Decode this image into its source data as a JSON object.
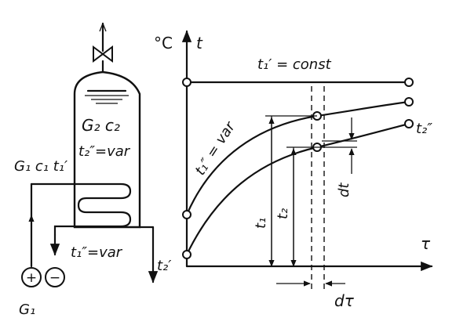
{
  "apparatus": {
    "secondary_fluid": "G₂ c₂",
    "secondary_temp": "t₂″=var",
    "primary_inlet": "G₁ c₁ t₁′",
    "primary_outlet": "t₁″=var",
    "flow_label": "G₁",
    "terminal_plus": "+",
    "terminal_minus": "−"
  },
  "graph": {
    "y_unit": "°C",
    "y_axis": "t",
    "x_axis": "τ",
    "constant_line": "t₁′ = const",
    "primary_curve": "t₁″ = var",
    "secondary_curve_end": "t₂″",
    "secondary_curve_start": "t₂′",
    "dim_t1": "t₁",
    "dim_t2": "t₂",
    "dim_dt": "dt",
    "dim_dtau": "dτ"
  }
}
